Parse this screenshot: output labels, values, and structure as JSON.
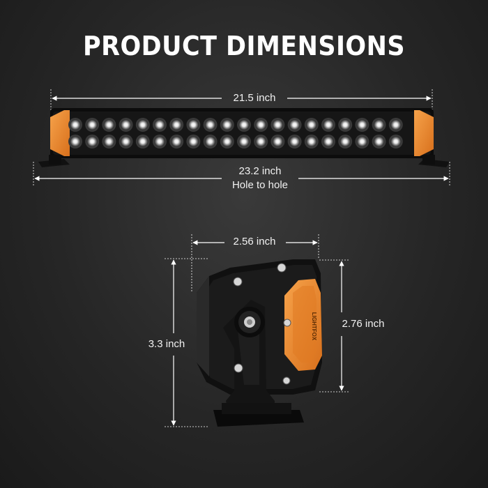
{
  "title": "PRODUCT DIMENSIONS",
  "dimensions": {
    "overall_length": "21.5 inch",
    "hole_to_hole": "23.2 inch",
    "hole_to_hole_note": "Hole to hole",
    "side_width": "2.56 inch",
    "side_height_total": "3.3 inch",
    "side_height_housing": "2.76 inch"
  },
  "brand_mark": "LIGHTFOX",
  "colors": {
    "background": "#262626",
    "accent_orange": "#f0882a",
    "housing": "#111111",
    "dimension_line": "#ffffff"
  }
}
